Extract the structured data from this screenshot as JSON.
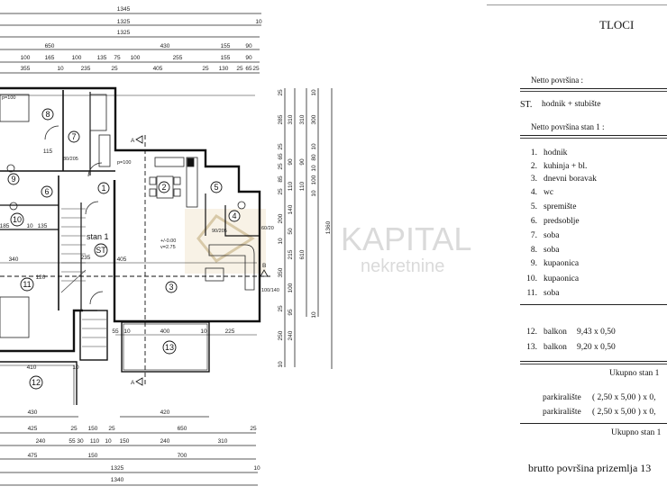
{
  "plan": {
    "rooms": [
      "8",
      "7",
      "9",
      "6",
      "10",
      "1",
      "2",
      "5",
      "4",
      "ST",
      "11",
      "3",
      "13",
      "12"
    ],
    "stan_label": "stan 1",
    "notes": {
      "p100a": "p=100",
      "p100b": "p=100",
      "level": "+/-0.00",
      "height": "v=2.75",
      "door_a": "80/205",
      "door_b": "90/205",
      "win_a": "60/20",
      "win_b": "100/140"
    },
    "section_markers": {
      "a": "A",
      "b": "B"
    },
    "dims": {
      "top": [
        [
          "1345"
        ],
        [
          "1325",
          "10"
        ],
        [
          "1325"
        ],
        [
          "650",
          "430",
          "155",
          "90"
        ],
        [
          "100",
          "165",
          "100",
          "135",
          "75",
          "100",
          "255",
          "155",
          "90"
        ],
        [
          "355",
          "10",
          "235",
          "25",
          "405",
          "25",
          "130",
          "25",
          "65",
          "25"
        ]
      ],
      "inner": [
        "340",
        "405",
        "120",
        "235",
        "410",
        "10",
        "55",
        "10",
        "400",
        "10",
        "225",
        "185",
        "10",
        "135",
        "115"
      ],
      "bottom": [
        [
          "430",
          "420"
        ],
        [
          "425",
          "25",
          "150",
          "25",
          "650",
          "25"
        ],
        [
          "240",
          "55",
          "30",
          "110",
          "10",
          "150",
          "240",
          "310"
        ],
        [
          "475",
          "150",
          "700"
        ],
        [
          "1325",
          "10"
        ],
        [
          "1340"
        ]
      ],
      "right": [
        [
          "25",
          "285",
          "25",
          "65",
          "25",
          "85",
          "25",
          "200",
          "10",
          "350",
          "25",
          "250",
          "10"
        ],
        [
          "310",
          "90",
          "110",
          "140",
          "50",
          "215",
          "100",
          "95",
          "240"
        ],
        [
          "310",
          "90",
          "110",
          "610"
        ],
        [
          "10",
          "300",
          "10",
          "80",
          "10",
          "100",
          "10",
          "10"
        ],
        [
          "1360"
        ]
      ]
    }
  },
  "watermark": {
    "brand": "KAPITAL",
    "sub": "nekretnine"
  },
  "table": {
    "title": "TLOCI",
    "netto_label": "Netto površina :",
    "st_row": {
      "num": "ST.",
      "label": "hodnik + stubište"
    },
    "netto_stan_label": "Netto površina stan  1 :",
    "items": [
      {
        "num": "1.",
        "label": "hodnik"
      },
      {
        "num": "2.",
        "label": "kuhinja + bl."
      },
      {
        "num": "3.",
        "label": "dnevni boravak"
      },
      {
        "num": "4.",
        "label": "wc"
      },
      {
        "num": "5.",
        "label": "spremište"
      },
      {
        "num": "6.",
        "label": "predsoblje"
      },
      {
        "num": "7.",
        "label": "soba"
      },
      {
        "num": "8.",
        "label": "soba"
      },
      {
        "num": "9.",
        "label": "kupaonica"
      },
      {
        "num": "10.",
        "label": "kupaonica"
      },
      {
        "num": "11.",
        "label": "soba"
      }
    ],
    "balkons": [
      {
        "num": "12.",
        "label": "balkon",
        "dims": "9,43 x 0,50"
      },
      {
        "num": "13.",
        "label": "balkon",
        "dims": "9,20 x 0,50"
      }
    ],
    "ukupno1": "Ukupno stan 1",
    "parking": [
      {
        "label": "parkiralište",
        "dims": "( 2,50 x 5,00 ) x 0,"
      },
      {
        "label": "parkiralište",
        "dims": "( 2,50 x 5,00 ) x 0,"
      }
    ],
    "ukupno2": "Ukupno stan 1",
    "brutto": "brutto površina prizemlja  13"
  }
}
